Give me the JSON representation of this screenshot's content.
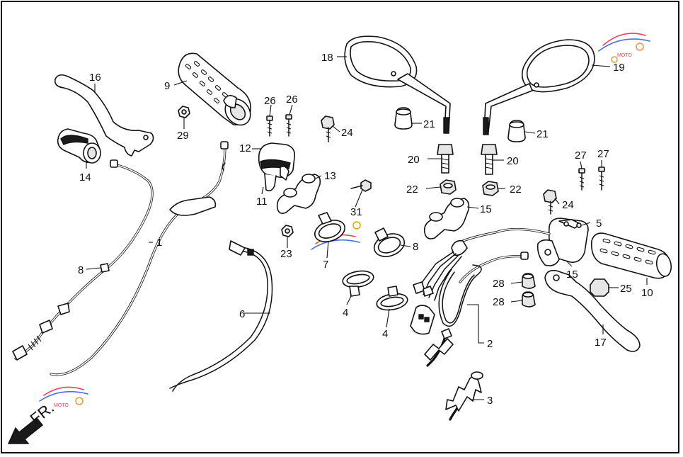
{
  "diagram": {
    "direction_label": "FR.",
    "callouts": {
      "c1": "1",
      "c2": "2",
      "c3": "3",
      "c4a": "4",
      "c4b": "4",
      "c5": "5",
      "c6": "6",
      "c7": "7",
      "c8a": "8",
      "c8b": "8",
      "c9": "9",
      "c10": "10",
      "c11": "11",
      "c12": "12",
      "c13": "13",
      "c14": "14",
      "c15a": "15",
      "c15b": "15",
      "c16": "16",
      "c17": "17",
      "c18": "18",
      "c19": "19",
      "c20a": "20",
      "c20b": "20",
      "c21a": "21",
      "c21b": "21",
      "c22a": "22",
      "c22b": "22",
      "c23": "23",
      "c24a": "24",
      "c24b": "24",
      "c25": "25",
      "c26a": "26",
      "c26b": "26",
      "c27a": "27",
      "c27b": "27",
      "c28a": "28",
      "c28b": "28",
      "c29": "29",
      "c31": "31"
    },
    "colors": {
      "line": "#111111",
      "watermark_red": "#e8455a",
      "watermark_blue": "#4a6fd8",
      "watermark_gold": "#e0a020"
    }
  }
}
